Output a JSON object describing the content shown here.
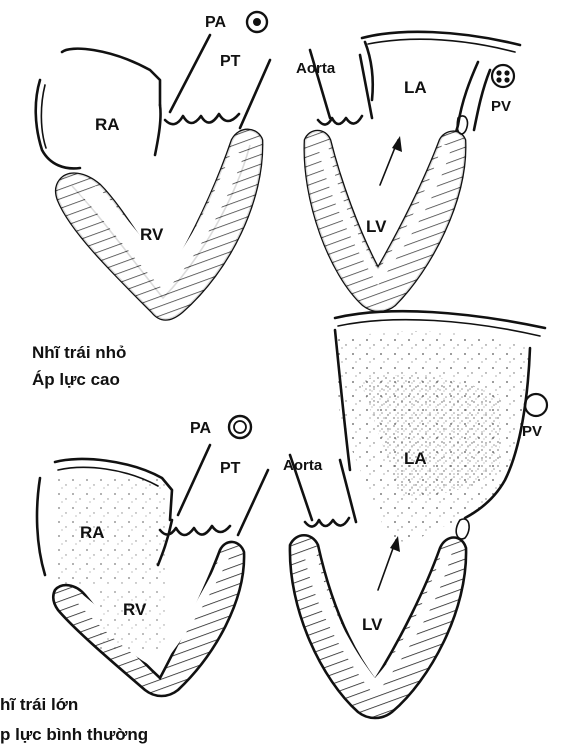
{
  "top_panel": {
    "labels": {
      "pa": "PA",
      "pt": "PT",
      "ra": "RA",
      "rv": "RV",
      "aorta": "Aorta",
      "la": "LA",
      "lv": "LV",
      "pv": "PV"
    },
    "caption_line1": "Nhĩ trái nhỏ",
    "caption_line2": "Áp lực cao"
  },
  "bottom_panel": {
    "labels": {
      "pa": "PA",
      "pt": "PT",
      "ra": "RA",
      "rv": "RV",
      "aorta": "Aorta",
      "la": "LA",
      "lv": "LV",
      "pv": "PV"
    },
    "caption_line1": "hĩ trái lớn",
    "caption_line2": "p lực bình thường"
  },
  "colors": {
    "ink": "#111111",
    "background": "#ffffff"
  }
}
